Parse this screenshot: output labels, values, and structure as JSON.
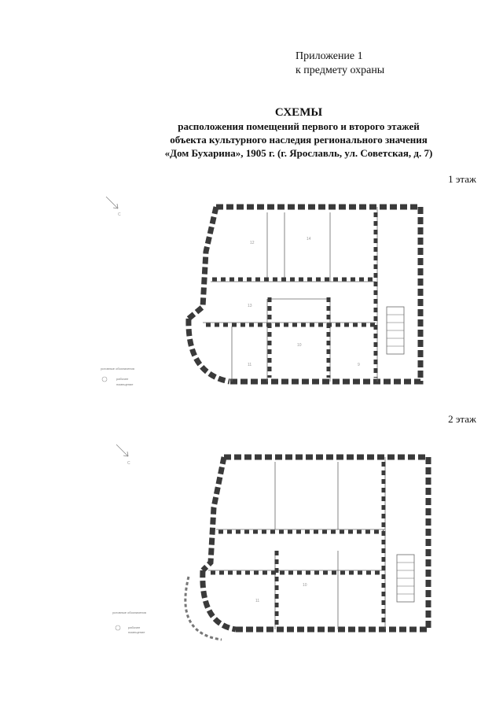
{
  "annex": {
    "line1": "Приложение 1",
    "line2": "к предмету охраны"
  },
  "title": {
    "heading": "СХЕМЫ",
    "line1": "расположения помещений первого и второго этажей",
    "line2": "объекта культурного наследия регионального значения",
    "line3": "«Дом Бухарина», 1905 г. (г. Ярославль, ул. Советская, д. 7)"
  },
  "floors": [
    {
      "label": "1 этаж"
    },
    {
      "label": "2 этаж"
    }
  ],
  "colors": {
    "wall": "#3a3a3a",
    "line": "#555555"
  }
}
